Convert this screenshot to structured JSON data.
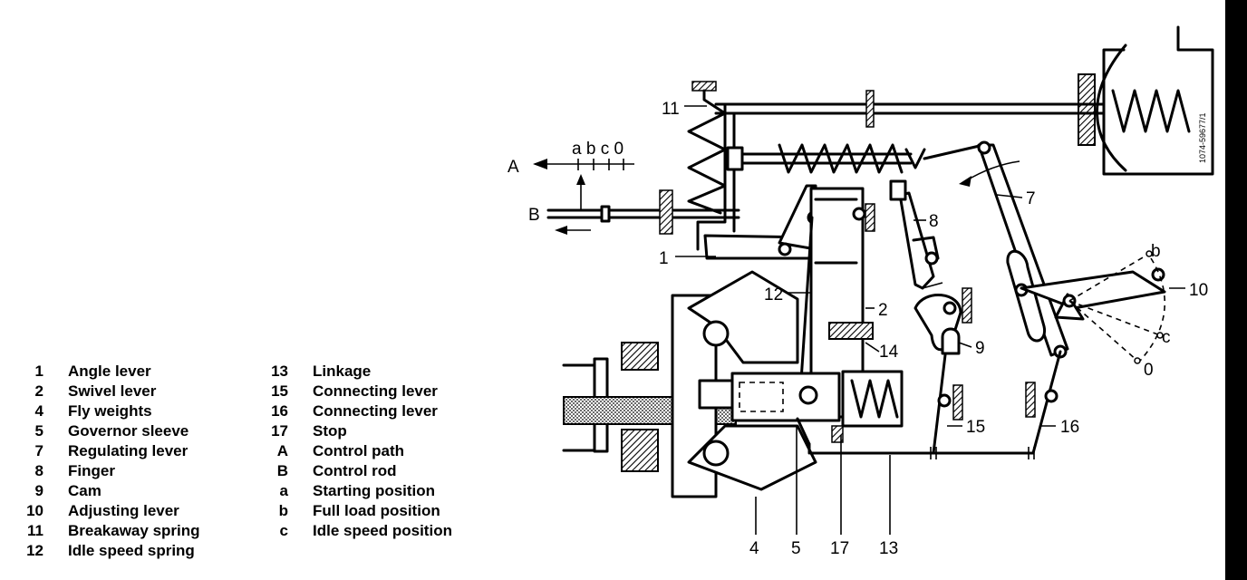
{
  "drawing_code": "1074-59677/1",
  "callouts": {
    "n1": "1",
    "n2": "2",
    "n4": "4",
    "n5": "5",
    "n7": "7",
    "n8": "8",
    "n9": "9",
    "n10": "10",
    "n11": "11",
    "n12": "12",
    "n13": "13",
    "n14": "14",
    "n15": "15",
    "n16": "16",
    "n17": "17",
    "A": "A",
    "B": "B",
    "scale_abc0": "a b c 0",
    "b": "b",
    "c": "c",
    "zero": "0"
  },
  "legend_left": [
    {
      "key": "1",
      "text": "Angle lever"
    },
    {
      "key": "2",
      "text": "Swivel lever"
    },
    {
      "key": "4",
      "text": "Fly weights"
    },
    {
      "key": "5",
      "text": "Governor sleeve"
    },
    {
      "key": "7",
      "text": "Regulating lever"
    },
    {
      "key": "8",
      "text": "Finger"
    },
    {
      "key": "9",
      "text": "Cam"
    },
    {
      "key": "10",
      "text": "Adjusting lever"
    },
    {
      "key": "11",
      "text": "Breakaway spring"
    },
    {
      "key": "12",
      "text": "Idle speed spring"
    }
  ],
  "legend_right": [
    {
      "key": "13",
      "text": "Linkage"
    },
    {
      "key": "15",
      "text": "Connecting lever"
    },
    {
      "key": "16",
      "text": "Connecting lever"
    },
    {
      "key": "17",
      "text": "Stop"
    },
    {
      "key": "A",
      "text": "Control path"
    },
    {
      "key": "B",
      "text": "Control rod"
    },
    {
      "key": "a",
      "text": "Starting position"
    },
    {
      "key": "b",
      "text": "Full load position"
    },
    {
      "key": "c",
      "text": "Idle speed position"
    }
  ]
}
